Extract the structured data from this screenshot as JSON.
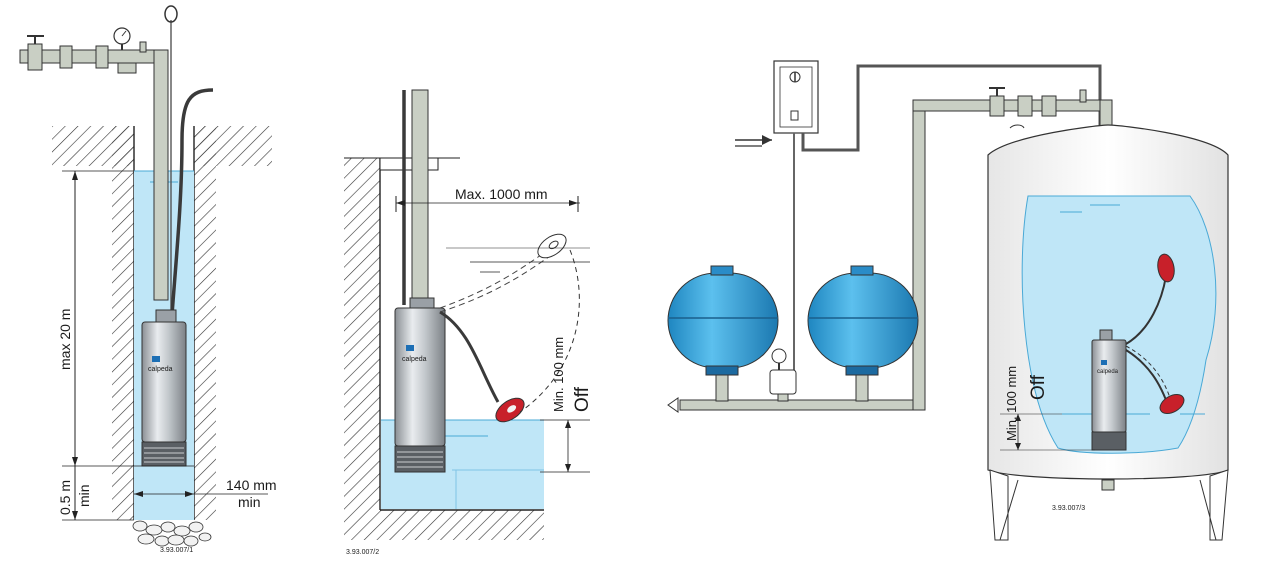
{
  "colors": {
    "water": "#bfe6f7",
    "water_line": "#4aa9d6",
    "tank_blue": "#3aa7dc",
    "pipe": "#c9cfc4",
    "outline": "#2a2a2a",
    "float_red": "#c8202a"
  },
  "figure1": {
    "depth_label": "max 20 m",
    "bottom_label_value": "0.5 m",
    "bottom_label_unit": "min",
    "width_label_value": "140 mm",
    "width_label_unit": "min",
    "pump_brand": "calpeda",
    "code": "3.93.007/1"
  },
  "figure2": {
    "float_reach_label": "Max. 1000 mm",
    "min_label": "Min. 100 mm",
    "off_label": "Off",
    "pump_brand": "calpeda",
    "code": "3.93.007/2"
  },
  "figure3": {
    "min_label": "Min. 100 mm",
    "off_label": "Off",
    "pump_brand": "calpeda",
    "code": "3.93.007/3"
  }
}
